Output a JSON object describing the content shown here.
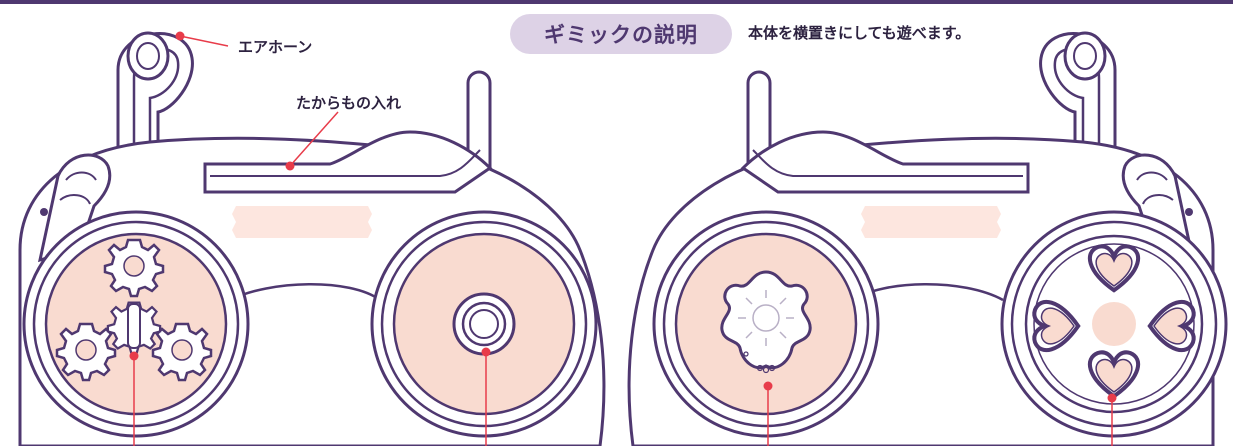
{
  "section_title": "ギミックの説明",
  "note": "本体を横置きにしても遊べます。",
  "labels": {
    "air_horn": "エアホーン",
    "treasure_box": "たからもの入れ"
  },
  "colors": {
    "outline": "#4f3870",
    "panel_fill": "#f9dbd0",
    "pill_fill": "#ddd2e6",
    "pointer": "#e83c4a",
    "body_fill": "#ffffff"
  },
  "icons": [
    "air-horn-icon",
    "gear-icon",
    "button-icon",
    "sun-flower-icon",
    "heart-icon"
  ]
}
